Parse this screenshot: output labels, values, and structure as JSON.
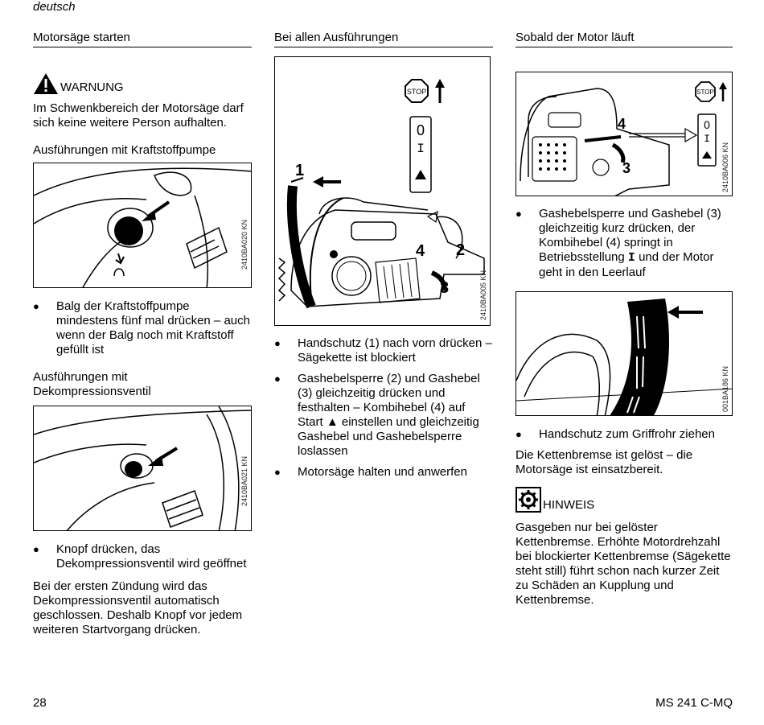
{
  "header": {
    "language": "deutsch"
  },
  "col1": {
    "title": "Motorsäge starten",
    "warning_label": "WARNUNG",
    "warning_text": "Im Schwenkbereich der Motorsäge darf sich keine weitere Person aufhalten.",
    "sub1": "Ausführungen mit Kraftstoffpumpe",
    "fig1_code": "2410BA020 KN",
    "bullet1": "Balg der Kraftstoffpumpe mindestens fünf mal drücken – auch wenn der Balg noch mit Kraftstoff gefüllt ist",
    "sub2_line1": "Ausführungen mit",
    "sub2_line2": "Dekompressionsventil",
    "fig2_code": "2410BA021 KN",
    "bullet2_line1": "Knopf drücken, das",
    "bullet2_line2": "Dekompressionsventil wird geöffnet",
    "para": "Bei der ersten Zündung wird das Dekompressionsventil automatisch geschlossen. Deshalb Knopf vor jedem weiteren Startvorgang drücken."
  },
  "col2": {
    "title": "Bei allen Ausführungen",
    "fig_code": "2410BA005 KN",
    "fig_labels": {
      "n1": "1",
      "n2": "2",
      "n3": "3",
      "n4": "4",
      "stop": "STOP",
      "zero": "0",
      "one": "I"
    },
    "bullet1": "Handschutz (1) nach vorn drücken – Sägekette ist blockiert",
    "bullet2_a": "Gashebelsperre (2) und Gashebel (3) gleichzeitig drücken und festhalten – Kombihebel (4) auf Start ",
    "bullet2_sym": "▲",
    "bullet2_b": " einstellen und gleichzeitig Gashebel und Gashebelsperre loslassen",
    "bullet3": "Motorsäge halten und anwerfen"
  },
  "col3": {
    "title": "Sobald der Motor läuft",
    "fig1_code": "2410BA006 KN",
    "fig1_labels": {
      "n3": "3",
      "n4": "4",
      "stop": "STOP",
      "zero": "0",
      "one": "I"
    },
    "bullet1_a": "Gashebelsperre und Gashebel (3) gleichzeitig kurz drücken, der Kombihebel (4) springt in Betriebsstellung ",
    "bullet1_sym": "I",
    "bullet1_b": " und der Motor geht in den Leerlauf",
    "fig2_code": "001BA186 KN",
    "bullet2": "Handschutz zum Griffrohr ziehen",
    "para1": "Die Kettenbremse ist gelöst – die Motorsäge ist einsatzbereit.",
    "notice_label": "HINWEIS",
    "para2": "Gasgeben nur bei gelöster Kettenbremse. Erhöhte Motordrehzahl bei blockierter Kettenbremse (Sägekette steht still) führt schon nach kurzer Zeit zu Schäden an Kupplung und Kettenbremse."
  },
  "footer": {
    "page_number": "28",
    "model": "MS 241 C-MQ"
  }
}
